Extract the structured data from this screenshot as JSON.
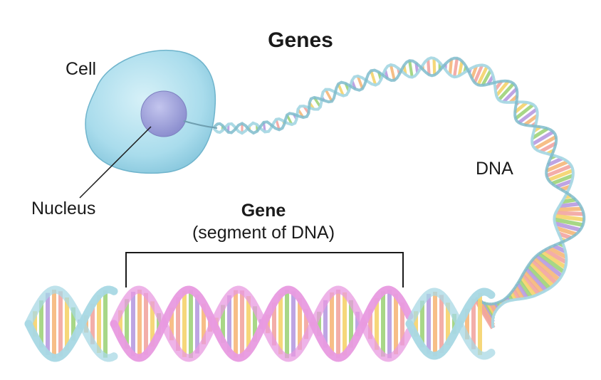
{
  "title": "Genes",
  "labels": {
    "cell": "Cell",
    "nucleus": "Nucleus",
    "dna": "DNA",
    "gene_title": "Gene",
    "gene_subtitle": "(segment of DNA)"
  },
  "colors": {
    "cell_fill": "#a9dcec",
    "cell_outline": "#6fb4cc",
    "nucleus_fill": "#9b9ed6",
    "dna_backbone": "#a8d8e4",
    "gene_backbone": "#e89ae0",
    "base_pairs": [
      "#f2a5a0",
      "#f5d36b",
      "#9ed37a",
      "#b79be0",
      "#f6b77a"
    ]
  }
}
